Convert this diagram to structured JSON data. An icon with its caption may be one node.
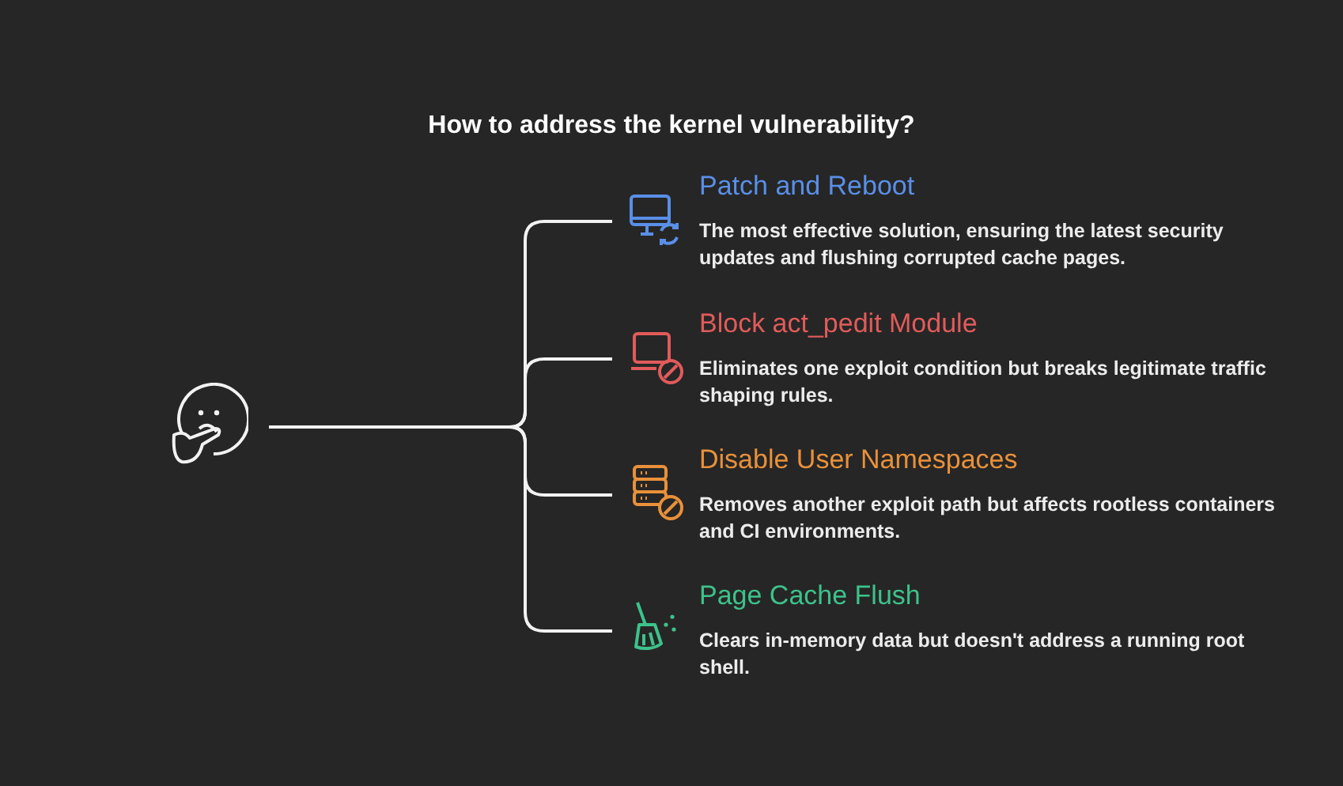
{
  "diagram": {
    "title": "How to address the kernel vulnerability?",
    "nodes": [
      {
        "text": [],
        "shape": "picture"
      },
      {
        "text": [
          "Patch and Reboot",
          "The most effective solution, ensuring the latest security updates and flushing corrupted cache pages."
        ]
      },
      {
        "text": [
          "Block act_pedit Module",
          "Eliminates one exploit condition but breaks legitimate traffic shaping rules."
        ]
      },
      {
        "text": [
          "Disable User Namespaces",
          "Removes another exploit path but affects rootless containers and CI environments."
        ]
      },
      {
        "text": [
          "Page Cache Flush",
          "Clears in-memory data but doesn't address a running root shell."
        ]
      }
    ],
    "edges": [
      {
        "from": 0,
        "to": 1,
        "arrow": "none"
      },
      {
        "from": 0,
        "to": 2,
        "arrow": "none"
      },
      {
        "from": 0,
        "to": 3,
        "arrow": "none"
      },
      {
        "from": 0,
        "to": 4,
        "arrow": "none"
      }
    ]
  }
}
